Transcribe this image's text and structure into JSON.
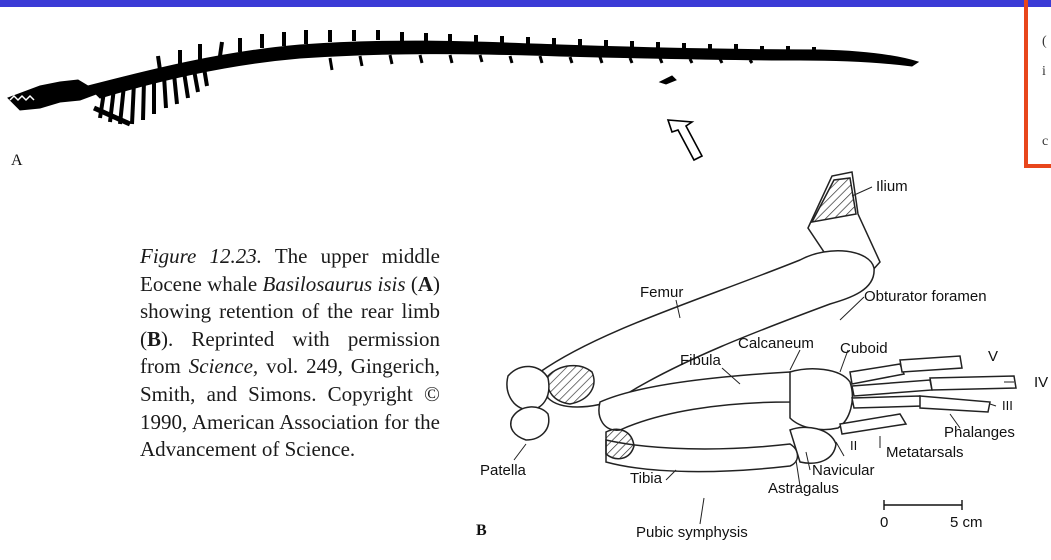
{
  "panel_a_letter": "A",
  "panel_b_letter": "B",
  "caption": {
    "figure_label": "Figure 12.23.",
    "text_1": " The upper middle Eocene whale ",
    "genus": "Basil­osaurus isis",
    "text_2": " (",
    "a": "A",
    "text_3": ") showing re­tention of the rear limb (",
    "b": "B",
    "text_4": "). Reprinted with permission from ",
    "journal": "Science,",
    "text_5": " vol. 249, Gin­gerich, Smith, and Simons. Copyright © 1990, American Association for the Advance­ment of Science."
  },
  "bone_labels": {
    "ilium": "Ilium",
    "femur": "Femur",
    "obturator": "Obturator foramen",
    "calcaneum": "Calcaneum",
    "cuboid": "Cuboid",
    "fibula": "Fibula",
    "v": "V",
    "iv": "IV",
    "iii": "III",
    "ii": "II",
    "phalanges": "Phalanges",
    "metatarsals": "Metatarsals",
    "navicular": "Navicular",
    "astragalus": "Astragalus",
    "tibia": "Tibia",
    "patella": "Patella",
    "pubic": "Pubic symphysis"
  },
  "scale": {
    "zero": "0",
    "five": "5 cm"
  },
  "colors": {
    "top_bar": "#3b3bd6",
    "red_frame": "#e8461c"
  }
}
